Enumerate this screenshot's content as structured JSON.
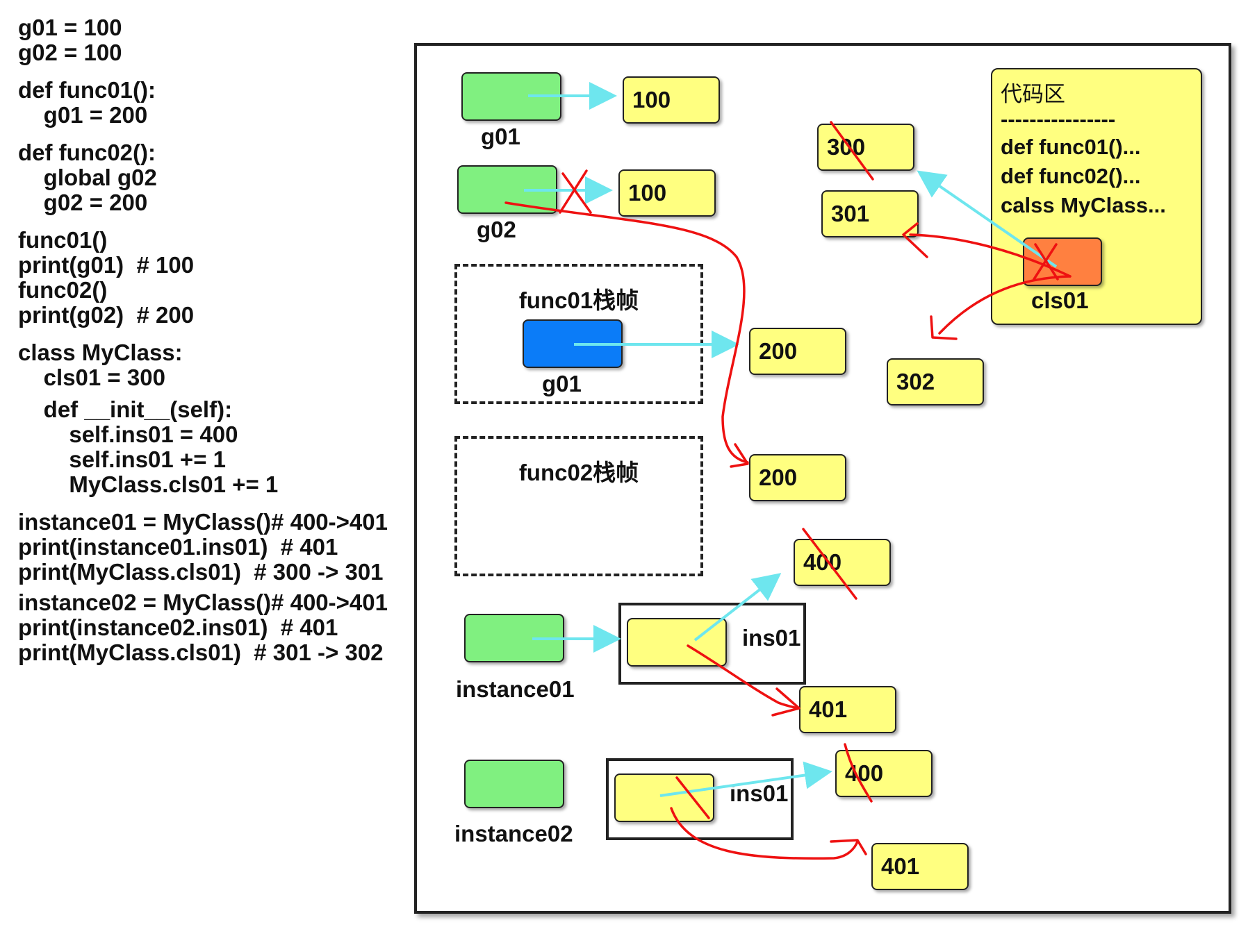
{
  "code_lines": [
    "g01 = 100",
    "g02 = 100",
    "def func01():",
    "    g01 = 200",
    "def func02():",
    "    global g02",
    "    g02 = 200",
    "func01()",
    "print(g01)  # 100",
    "func02()",
    "print(g02)  # 200",
    "class MyClass:",
    "    cls01 = 300",
    "    def __init__(self):",
    "        self.ins01 = 400",
    "        self.ins01 += 1",
    "        MyClass.cls01 += 1",
    "instance01 = MyClass()# 400->401",
    "print(instance01.ins01)  # 401",
    "print(MyClass.cls01)  # 300 -> 301",
    "instance02 = MyClass()# 400->401",
    "print(instance02.ins01)  # 401",
    "print(MyClass.cls01)  # 301 -> 302"
  ],
  "variables": {
    "g01": "g01",
    "g02": "g02",
    "func01_g01": "g01",
    "instance01": "instance01",
    "instance02": "instance02",
    "ins01_a": "ins01",
    "ins01_b": "ins01",
    "cls01": "cls01"
  },
  "stack_frames": {
    "func01": "func01栈帧",
    "func02": "func02栈帧"
  },
  "values": {
    "g01_val": "100",
    "g02_val": "100",
    "func01_val": "200",
    "func02_val": "200",
    "cls_300": "300",
    "cls_301": "301",
    "cls_302": "302",
    "ins_a_400": "400",
    "ins_a_401": "401",
    "ins_b_400": "400",
    "ins_b_401": "401"
  },
  "code_area": {
    "title": "代码区",
    "separator": "----------------",
    "lines": [
      "def func01()...",
      "def func02()...",
      "calss MyClass..."
    ]
  },
  "colors": {
    "variable": "#80f080",
    "local_variable": "#0b7cf8",
    "class_variable": "#ff8040",
    "value": "#ffff80",
    "reference_arrow": "#6ee6ee",
    "rebind_arrow": "#ee1111"
  }
}
